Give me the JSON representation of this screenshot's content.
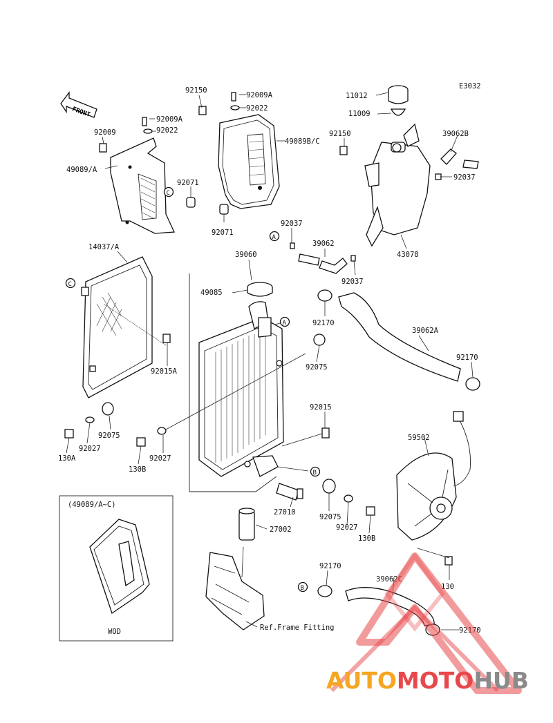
{
  "diagram_code": "E3032",
  "front_label": "FRONT",
  "part_labels": [
    {
      "id": "11012",
      "text": "11012"
    },
    {
      "id": "11009",
      "text": "11009"
    },
    {
      "id": "39062B",
      "text": "39062B"
    },
    {
      "id": "92150_top",
      "text": "92150"
    },
    {
      "id": "92009A_top",
      "text": "92009A"
    },
    {
      "id": "92022_top",
      "text": "92022"
    },
    {
      "id": "92009A_left",
      "text": "92009A"
    },
    {
      "id": "92022_left",
      "text": "92022"
    },
    {
      "id": "92009",
      "text": "92009"
    },
    {
      "id": "49089A",
      "text": "49089/A"
    },
    {
      "id": "49089BC",
      "text": "49089B/C"
    },
    {
      "id": "92150_tank",
      "text": "92150"
    },
    {
      "id": "92037_r",
      "text": "92037"
    },
    {
      "id": "92071_a",
      "text": "92071"
    },
    {
      "id": "92071_b",
      "text": "92071"
    },
    {
      "id": "92037_a",
      "text": "92037"
    },
    {
      "id": "39062",
      "text": "39062"
    },
    {
      "id": "43078",
      "text": "43078"
    },
    {
      "id": "14037A",
      "text": "14037/A"
    },
    {
      "id": "39060",
      "text": "39060"
    },
    {
      "id": "92037_b",
      "text": "92037"
    },
    {
      "id": "49085",
      "text": "49085"
    },
    {
      "id": "92170_a",
      "text": "92170"
    },
    {
      "id": "39062A",
      "text": "39062A"
    },
    {
      "id": "92075_a",
      "text": "92075"
    },
    {
      "id": "92170_b",
      "text": "92170"
    },
    {
      "id": "92015A",
      "text": "92015A"
    },
    {
      "id": "92015",
      "text": "92015"
    },
    {
      "id": "92075_b",
      "text": "92075"
    },
    {
      "id": "92027_a",
      "text": "92027"
    },
    {
      "id": "130A",
      "text": "130A"
    },
    {
      "id": "92027_b",
      "text": "92027"
    },
    {
      "id": "130B_a",
      "text": "130B"
    },
    {
      "id": "59502",
      "text": "59502"
    },
    {
      "id": "27010",
      "text": "27010"
    },
    {
      "id": "92075_c",
      "text": "92075"
    },
    {
      "id": "92027_c",
      "text": "92027"
    },
    {
      "id": "130B_b",
      "text": "130B"
    },
    {
      "id": "27002",
      "text": "27002"
    },
    {
      "id": "92170_c",
      "text": "92170"
    },
    {
      "id": "39062C",
      "text": "39062C"
    },
    {
      "id": "130",
      "text": "130"
    },
    {
      "id": "92170_d",
      "text": "92170"
    },
    {
      "id": "ref_frame",
      "text": "Ref.Frame Fitting"
    }
  ],
  "callouts": {
    "A": "A",
    "B": "B",
    "C": "C"
  },
  "inset": {
    "caption": "(49089/A~C)",
    "footer": "WOD"
  },
  "watermark": {
    "part1": "AUTO",
    "part2": "MOTO",
    "part3": "HUB",
    "color_orange": "#f5a623",
    "color_red": "#e8484b",
    "color_gray": "#8a8a8a"
  }
}
